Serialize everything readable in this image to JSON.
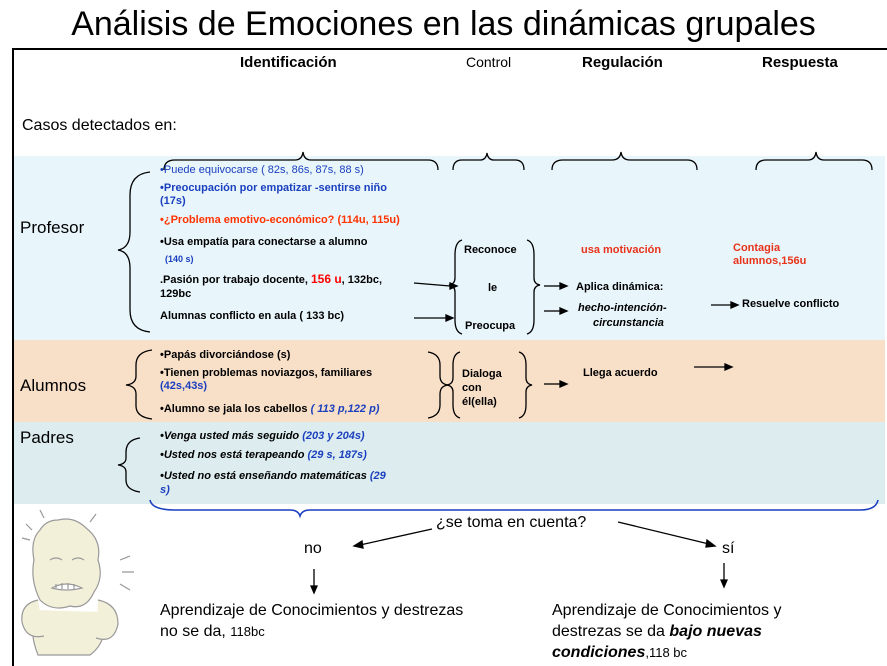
{
  "title": "Análisis de Emociones en las dinámicas grupales",
  "headers": {
    "identificacion": "Identificación",
    "control": "Control",
    "regulacion": "Regulación",
    "respuesta": "Respuesta"
  },
  "casos_label": "Casos detectados en:",
  "colors": {
    "profesor_band": "#e8f5fb",
    "alumnos_band": "#f8dfc8",
    "padres_band": "#dcecef",
    "blue_text": "#1a3fbf",
    "red_text": "#e8321a"
  },
  "profesor": {
    "label": "Profesor",
    "items": [
      {
        "bullet": "•",
        "text": "Puede equivocarse ( 82s, 86s, 87s, 88 s)"
      },
      {
        "bullet": "•",
        "text": "Preocupación por empatizar -sentirse niño",
        "cont": "(17s)"
      },
      {
        "bullet": "•",
        "text": "¿Problema emotivo-económico? (114u, 115u)"
      },
      {
        "bullet": "•",
        "text": "Usa empatía para conectarse a alumno",
        "cont": "(140 s)"
      },
      {
        "pre": ".Pasión por trabajo docente, ",
        "red": "156 u",
        "post": ", 132bc,",
        "cont": "129bc"
      },
      {
        "text": "Alumnas conflicto en aula ( 133 bc)"
      }
    ],
    "control": [
      "Reconoce",
      "le",
      "Preocupa"
    ],
    "regulacion_red": "usa motivación",
    "regulacion_1": "Aplica dinámica:",
    "regulacion_2": "hecho-intención-",
    "regulacion_3": "circunstancia",
    "respuesta_red_1": "Contagia",
    "respuesta_red_2": "alumnos,156u",
    "respuesta": "Resuelve conflicto"
  },
  "alumnos": {
    "label": "Alumnos",
    "items": [
      {
        "bullet": "•",
        "text": "Papás divorciándose (s)"
      },
      {
        "bullet": "•",
        "text": "Tienen problemas noviazgos, familiares",
        "cont": "(42s,43s)"
      },
      {
        "bullet": "•",
        "text": "Alumno se jala los cabellos ",
        "ref": "( 113 p,122 p)"
      }
    ],
    "control": [
      "Dialoga",
      "con",
      "él(ella)"
    ],
    "regulacion": "Llega acuerdo"
  },
  "padres": {
    "label": "Padres",
    "items": [
      {
        "bullet": "•",
        "text": "Venga usted más seguido ",
        "ref": "(203 y 204s)"
      },
      {
        "bullet": "•",
        "text": "Usted nos está terapeando ",
        "ref": "(29 s, 187s)"
      },
      {
        "bullet": "•",
        "text": "Usted no está enseñando matemáticas ",
        "ref": "(29",
        "cont": "s)"
      }
    ]
  },
  "question": "¿se toma en cuenta?",
  "no": "no",
  "si": "sí",
  "outcome_no": {
    "line1": "Aprendizaje de Conocimientos y destrezas",
    "line2": "no se da, ",
    "ref": "118bc"
  },
  "outcome_si": {
    "line1": "Aprendizaje de Conocimientos y",
    "line2": "destrezas se da ",
    "emph": "bajo nuevas",
    "line3": "condiciones",
    "ref": ",118 bc"
  },
  "illustration": "frustrated-person-icon"
}
